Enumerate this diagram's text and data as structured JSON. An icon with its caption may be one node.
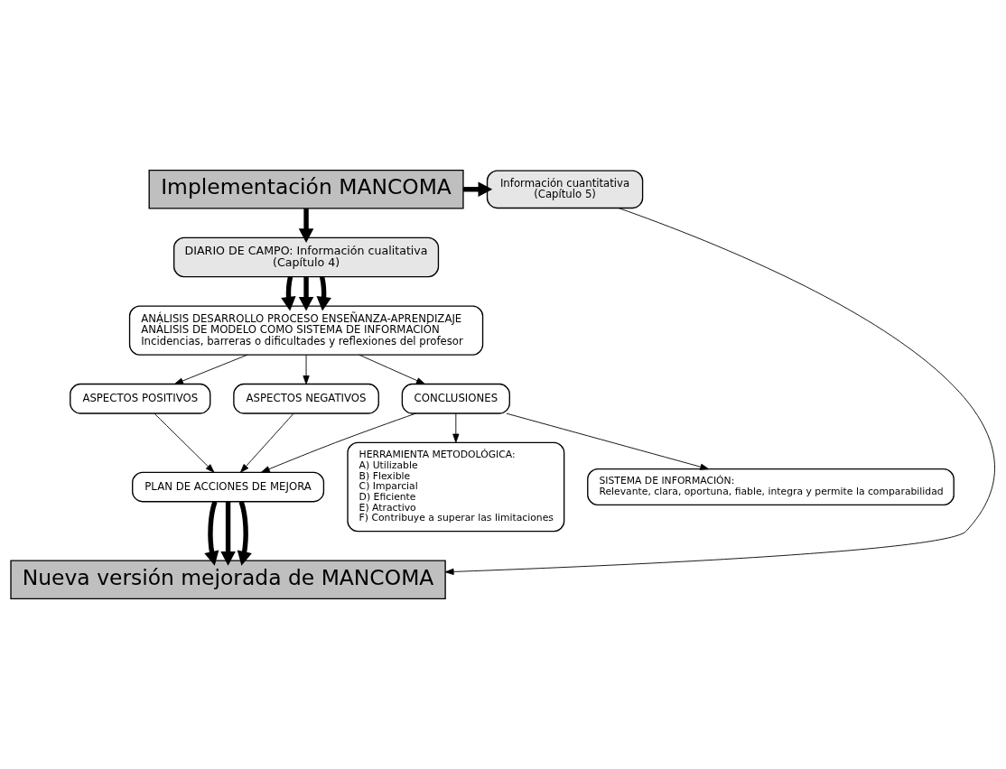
{
  "diagram": {
    "nodes": [
      {
        "text": [
          "Implementación MANCOMA"
        ]
      },
      {
        "text": [
          "Información cuantitativa",
          "(Capítulo 5)"
        ]
      },
      {
        "text": [
          "DIARIO DE CAMPO: Información cualitativa",
          "(Capítulo 4)"
        ]
      },
      {
        "text": [
          "ANÁLISIS DESARROLLO PROCESO ENSEÑANZA-APRENDIZAJE",
          "ANÁLISIS DE MODELO COMO SISTEMA DE INFORMACIÓN",
          "Incidencias, barreras o dificultades y reflexiones del profesor"
        ]
      },
      {
        "text": [
          "ASPECTOS POSITIVOS"
        ]
      },
      {
        "text": [
          "ASPECTOS NEGATIVOS"
        ]
      },
      {
        "text": [
          "CONCLUSIONES"
        ]
      },
      {
        "text": [
          "HERRAMIENTA METODOLÓGICA:",
          "A) Utilizable",
          "B) Flexible",
          "C) Imparcial",
          "D) Eficiente",
          "E) Atractivo",
          "F) Contribuye a superar las limitaciones"
        ]
      },
      {
        "text": [
          "SISTEMA DE INFORMACIÓN:",
          "Relevante, clara, oportuna, fiable, integra y permite la comparabilidad"
        ]
      },
      {
        "text": [
          "PLAN DE ACCIONES DE MEJORA"
        ]
      },
      {
        "text": [
          "Nueva versión mejorada de MANCOMA"
        ]
      }
    ],
    "edges": [
      {
        "from": 0,
        "to": 1,
        "arrow": "to",
        "style": "thick"
      },
      {
        "from": 0,
        "to": 2,
        "arrow": "to",
        "style": "thick"
      },
      {
        "from": 2,
        "to": 3,
        "arrow": "to",
        "style": "thick"
      },
      {
        "from": 2,
        "to": 3,
        "arrow": "to",
        "style": "thick"
      },
      {
        "from": 2,
        "to": 3,
        "arrow": "to",
        "style": "thick"
      },
      {
        "from": 3,
        "to": 4,
        "arrow": "to"
      },
      {
        "from": 3,
        "to": 5,
        "arrow": "to"
      },
      {
        "from": 3,
        "to": 6,
        "arrow": "to"
      },
      {
        "from": 6,
        "to": 7,
        "arrow": "to"
      },
      {
        "from": 6,
        "to": 8,
        "arrow": "to"
      },
      {
        "from": 4,
        "to": 9,
        "arrow": "to"
      },
      {
        "from": 5,
        "to": 9,
        "arrow": "to"
      },
      {
        "from": 6,
        "to": 9,
        "arrow": "to"
      },
      {
        "from": 9,
        "to": 10,
        "arrow": "to",
        "style": "thick"
      },
      {
        "from": 9,
        "to": 10,
        "arrow": "to",
        "style": "thick"
      },
      {
        "from": 9,
        "to": 10,
        "arrow": "to",
        "style": "thick"
      },
      {
        "from": 1,
        "to": 10,
        "arrow": "to"
      }
    ]
  }
}
